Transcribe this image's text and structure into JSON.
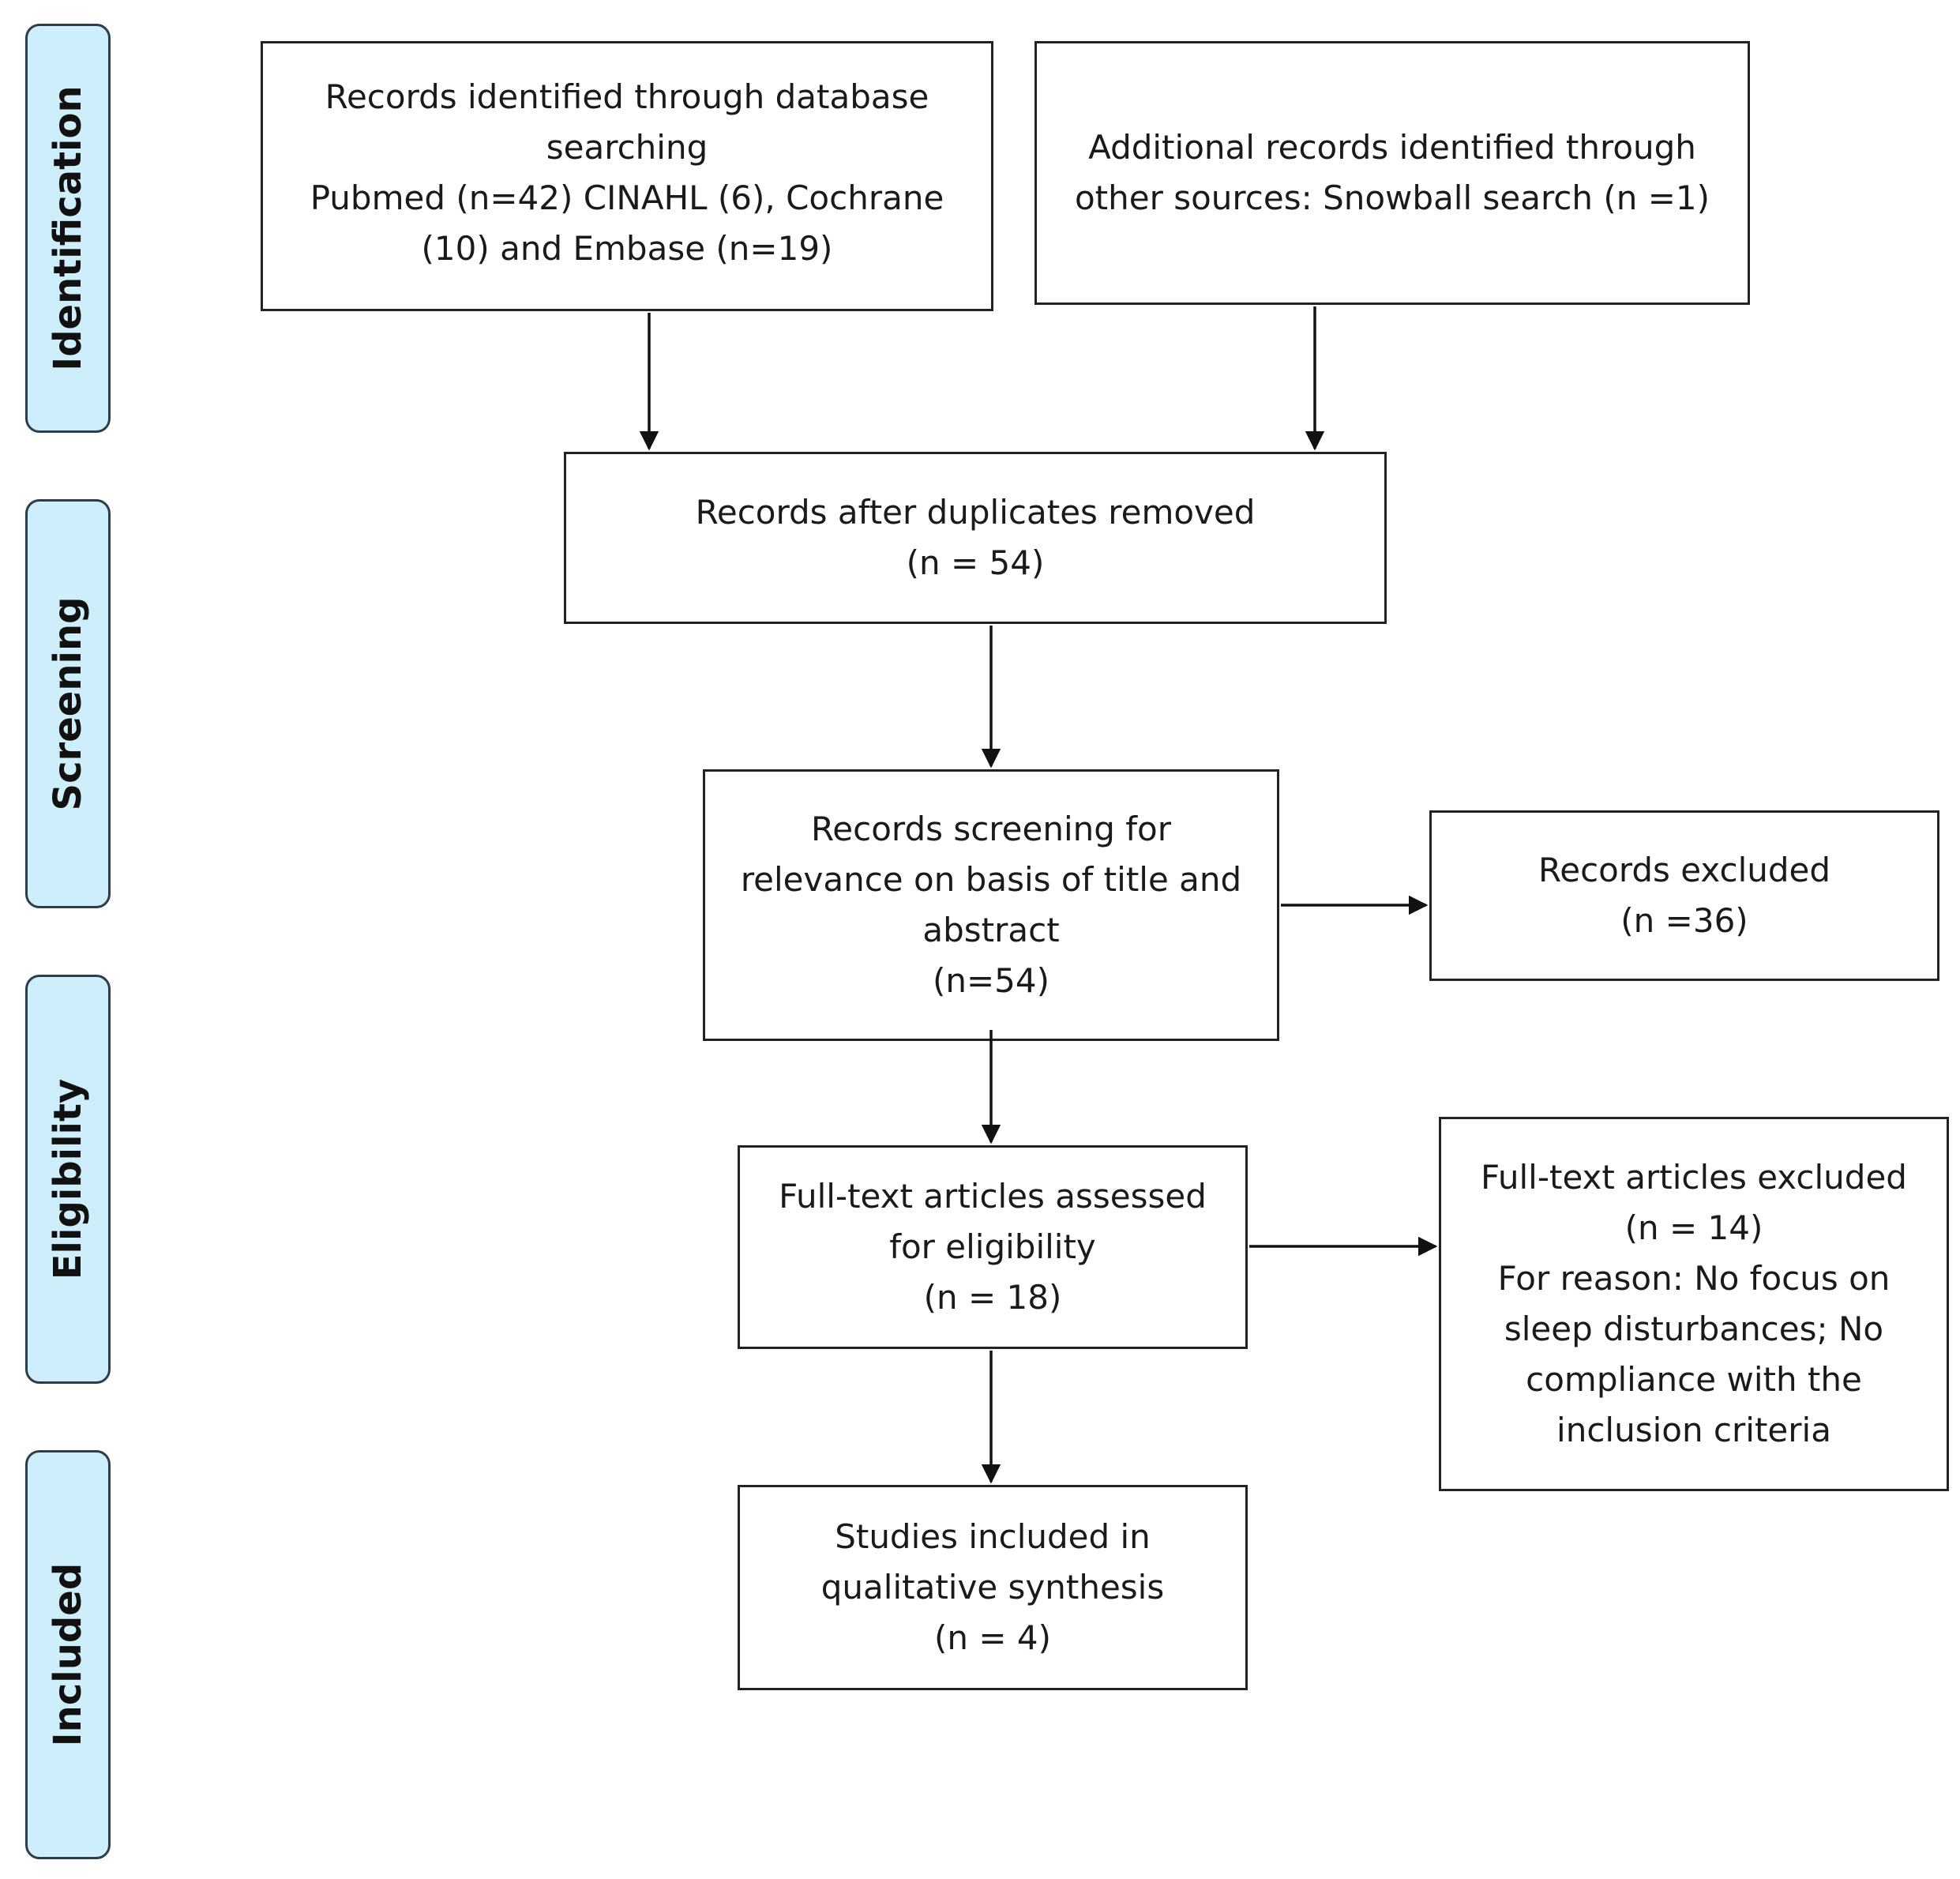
{
  "phases": {
    "identification": "Identification",
    "screening": "Screening",
    "eligibility": "Eligibility",
    "included": "Included"
  },
  "boxes": {
    "database_search": {
      "lines": [
        "Records identified through database",
        "searching",
        "Pubmed (n=42) CINAHL (6), Cochrane",
        "(10) and Embase (n=19)"
      ]
    },
    "other_sources": {
      "lines": [
        "Additional records identified through",
        "other sources: Snowball search (n =1)"
      ]
    },
    "duplicates_removed": {
      "lines": [
        "Records after duplicates removed",
        "(n = 54)"
      ]
    },
    "screening": {
      "lines": [
        "Records screening for",
        "relevance on basis of title and",
        "abstract",
        "(n=54)"
      ]
    },
    "records_excluded": {
      "lines": [
        "Records excluded",
        "(n =36)"
      ]
    },
    "fulltext_assessed": {
      "lines": [
        "Full-text articles assessed",
        "for eligibility",
        "(n = 18)"
      ]
    },
    "fulltext_excluded": {
      "lines": [
        "Full-text articles excluded",
        "(n = 14)",
        "For reason: No focus on",
        "sleep disturbances; No",
        "compliance with the",
        "inclusion criteria"
      ]
    },
    "included": {
      "lines": [
        "Studies included in",
        "qualitative synthesis",
        "(n = 4)"
      ]
    }
  }
}
